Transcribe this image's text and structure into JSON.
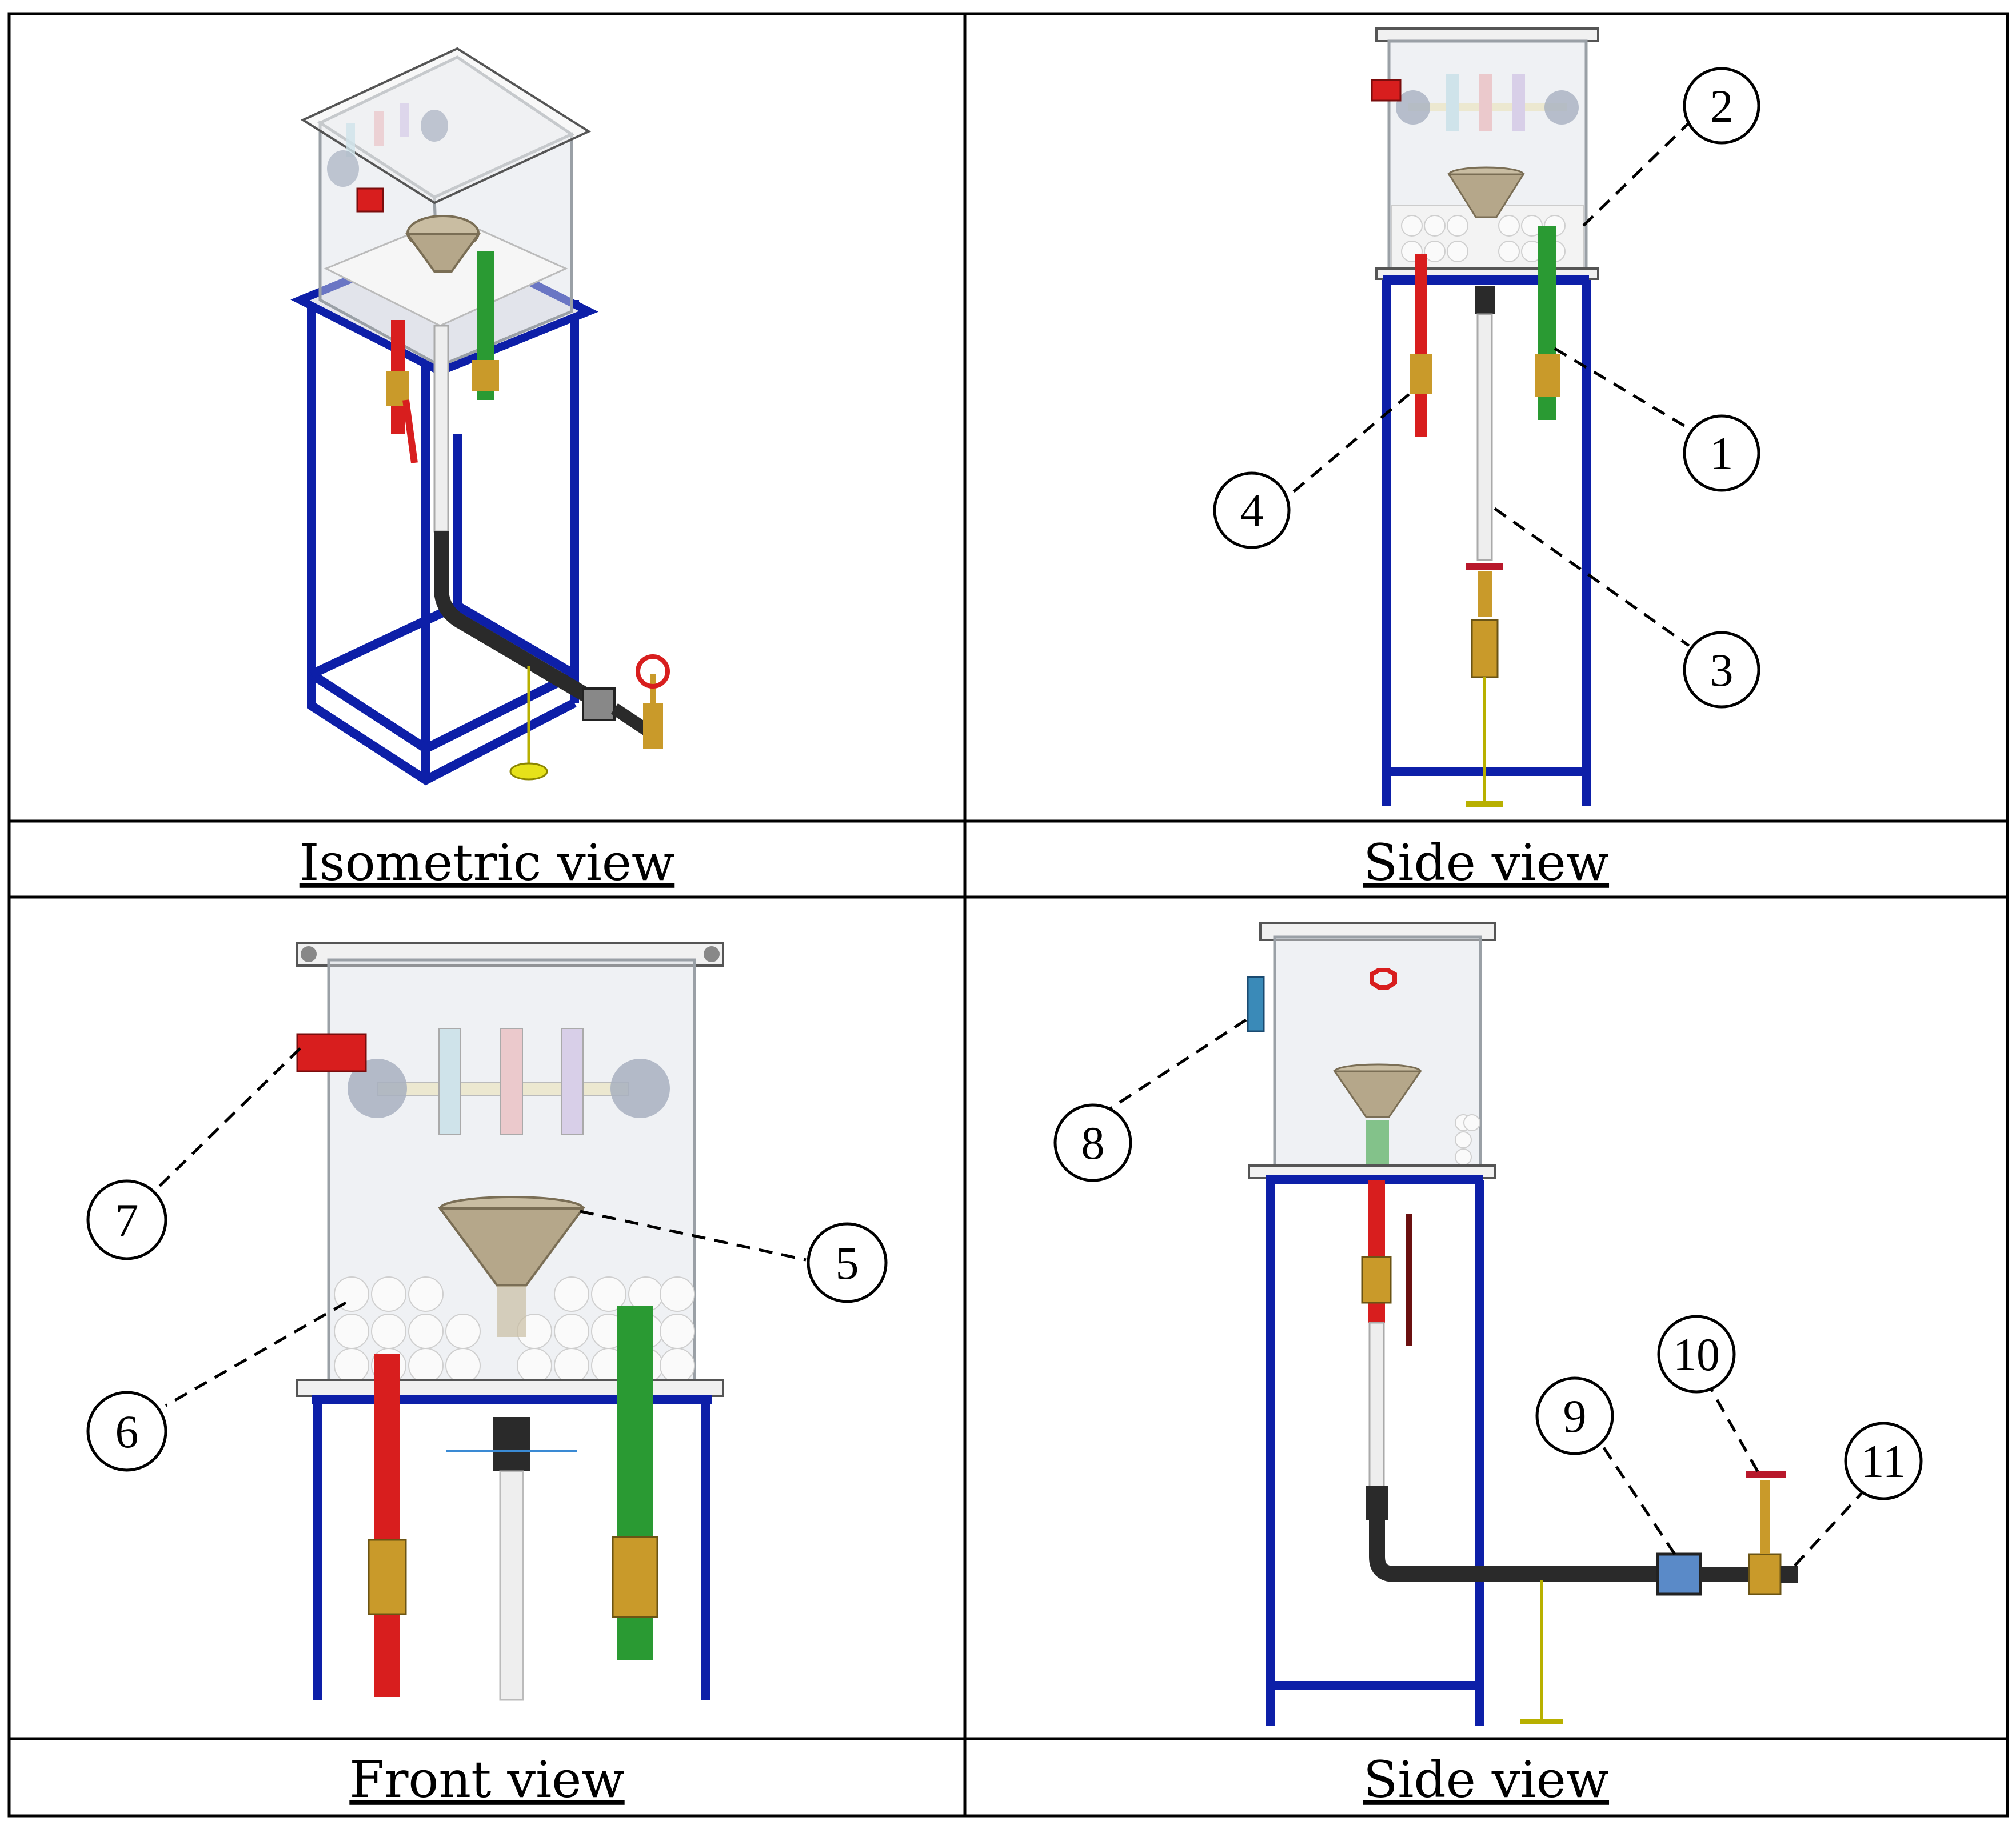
{
  "captions": {
    "isometric": "Isometric view",
    "side_top": "Side view",
    "front": "Front view",
    "side_bottom": "Side view"
  },
  "callouts": [
    "1",
    "2",
    "3",
    "4",
    "5",
    "6",
    "7",
    "8",
    "9",
    "10",
    "11"
  ],
  "colors": {
    "frame": "#0d1fa8",
    "red_pipe": "#d81e1e",
    "green_pipe": "#2a9a33",
    "brass": "#c99a2a",
    "funnel": "#b5a78a",
    "black_pipe": "#2a2a2a",
    "stand": "#d6d41a"
  }
}
